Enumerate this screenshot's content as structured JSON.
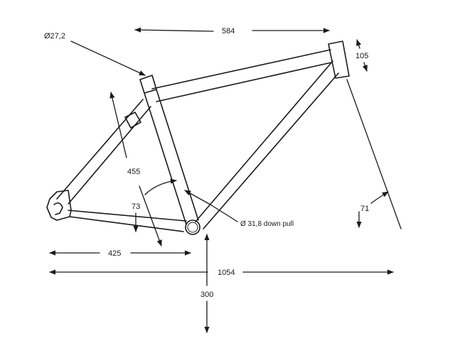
{
  "drawing": {
    "top_tube_length": "584",
    "head_tube_length": "105",
    "seat_post_diameter": "Ø27,2",
    "seat_tube_length": "455",
    "seat_angle": "73",
    "down_tube_note": "Ø 31,8 down pull",
    "head_angle": "71",
    "chainstay_length": "425",
    "wheelbase": "1054",
    "bb_height": "300"
  }
}
